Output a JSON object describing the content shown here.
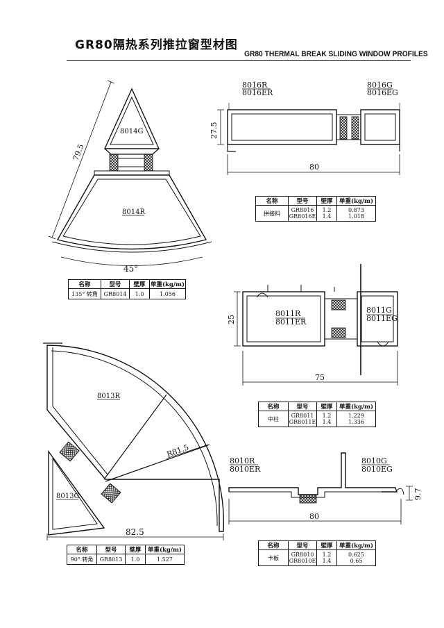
{
  "title_cn": "GR80隔热系列推拉窗型材图",
  "title_en": "GR80 THERMAL BREAK SLIDING WINDOW PROFILES",
  "table_headers": {
    "name": "名称",
    "model": "型号",
    "thickness": "壁厚",
    "weight": "单重(kg/m)"
  },
  "profiles": {
    "p8016": {
      "label_left_1": "8016R",
      "label_left_2": "8016ER",
      "label_right_1": "8016G",
      "label_right_2": "8016EG",
      "dim_height": "27.5",
      "dim_width": "80",
      "name": "拼接料",
      "models": [
        "GR8016",
        "GR8016E"
      ],
      "thickness": [
        "1.2",
        "1.4"
      ],
      "weight": [
        "0.873",
        "1.018"
      ]
    },
    "p8014": {
      "label_top": "8014G",
      "label_bottom": "8014R",
      "dim_length": "79.5",
      "dim_angle": "45°",
      "name": "135° 转角",
      "model": "GR8014",
      "thickness": "1.0",
      "weight": "1.056"
    },
    "p8011": {
      "label_left_1": "8011R",
      "label_left_2": "8011ER",
      "label_right_1": "8011G",
      "label_right_2": "8011EG",
      "dim_height": "25",
      "dim_width": "75",
      "name": "中柱",
      "models": [
        "GR8011",
        "GR8011E"
      ],
      "thickness": [
        "1.2",
        "1.4"
      ],
      "weight": [
        "1.229",
        "1.336"
      ]
    },
    "p8013": {
      "label_top": "8013R",
      "label_bottom": "8013G",
      "dim_radius": "R81.5",
      "dim_width": "82.5",
      "name": "90° 转角",
      "model": "GR8013",
      "thickness": "1.0",
      "weight": "1.527"
    },
    "p8010": {
      "label_left_1": "8010R",
      "label_left_2": "8010ER",
      "label_right_1": "8010G",
      "label_right_2": "8010EG",
      "dim_height": "9.7",
      "dim_width": "80",
      "name": "卡板",
      "models": [
        "GR8010",
        "GR8010E"
      ],
      "thickness": [
        "1.2",
        "1.4"
      ],
      "weight": [
        "0.625",
        "0.65"
      ]
    }
  }
}
